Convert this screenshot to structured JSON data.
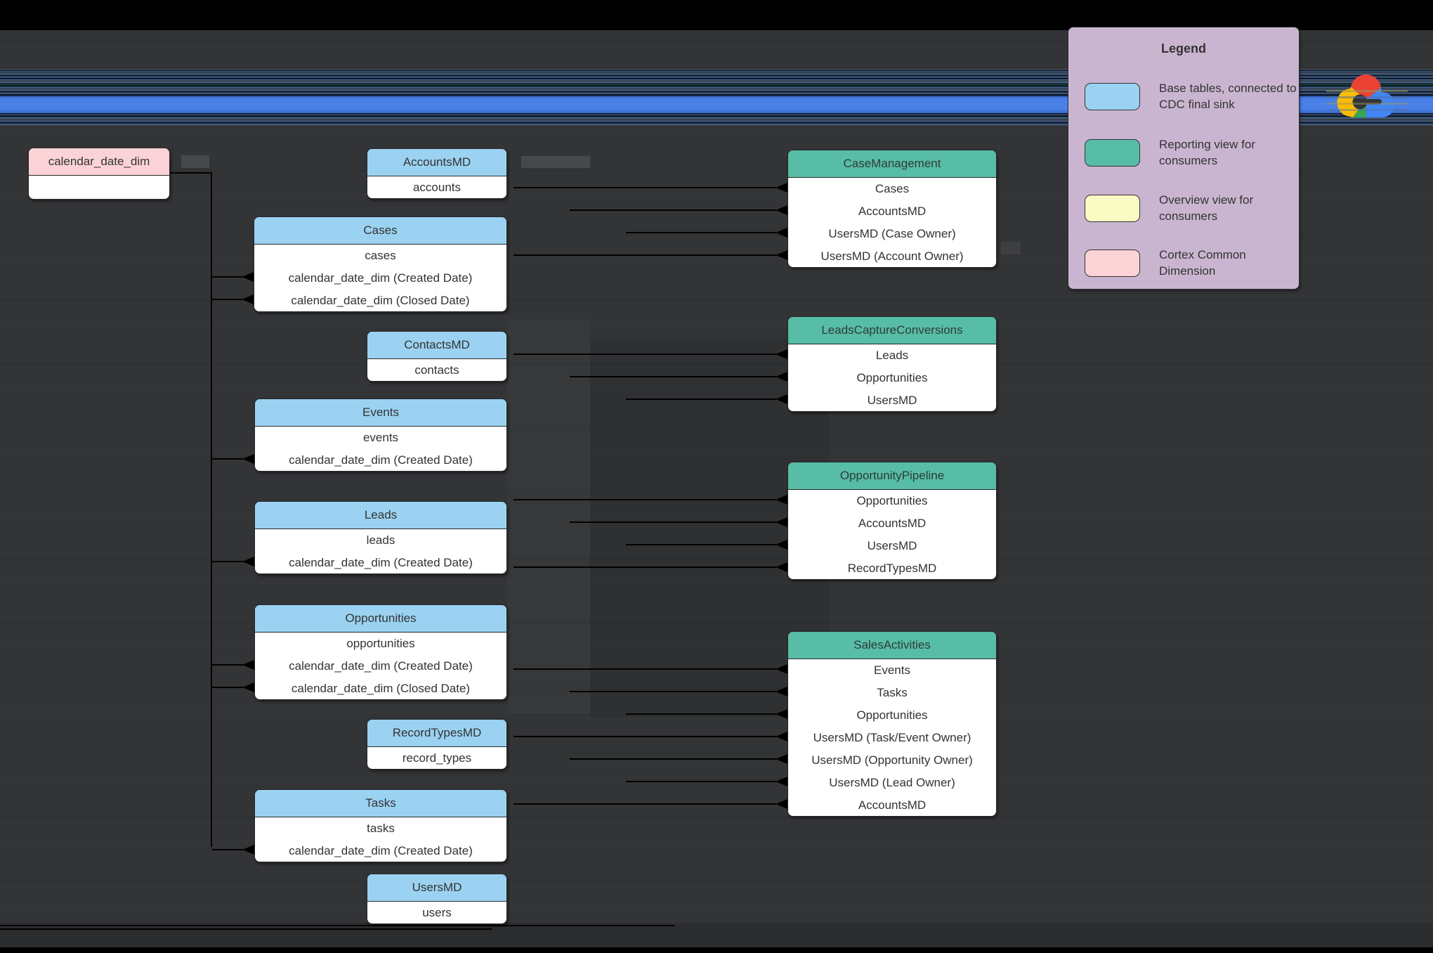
{
  "diagram": {
    "background": "#333436",
    "tables": [
      {
        "id": "calendar_date_dim",
        "title": "calendar_date_dim",
        "kind": "dimension",
        "rows": [],
        "empty_body": true
      },
      {
        "id": "accountsmd",
        "title": "AccountsMD",
        "kind": "base",
        "rows": [
          "accounts"
        ]
      },
      {
        "id": "cases",
        "title": "Cases",
        "kind": "base",
        "rows": [
          "cases",
          "calendar_date_dim (Created Date)",
          "calendar_date_dim (Closed Date)"
        ]
      },
      {
        "id": "contactsmd",
        "title": "ContactsMD",
        "kind": "base",
        "rows": [
          "contacts"
        ]
      },
      {
        "id": "events",
        "title": "Events",
        "kind": "base",
        "rows": [
          "events",
          "calendar_date_dim (Created Date)"
        ]
      },
      {
        "id": "leads",
        "title": "Leads",
        "kind": "base",
        "rows": [
          "leads",
          "calendar_date_dim (Created Date)"
        ]
      },
      {
        "id": "opportunities",
        "title": "Opportunities",
        "kind": "base",
        "rows": [
          "opportunities",
          "calendar_date_dim (Created Date)",
          "calendar_date_dim (Closed Date)"
        ]
      },
      {
        "id": "recordtypesmd",
        "title": "RecordTypesMD",
        "kind": "base",
        "rows": [
          "record_types"
        ]
      },
      {
        "id": "tasks",
        "title": "Tasks",
        "kind": "base",
        "rows": [
          "tasks",
          "calendar_date_dim (Created Date)"
        ]
      },
      {
        "id": "usersmd",
        "title": "UsersMD",
        "kind": "base",
        "rows": [
          "users"
        ]
      },
      {
        "id": "casemanagement",
        "title": "CaseManagement",
        "kind": "view",
        "rows": [
          "Cases",
          "AccountsMD",
          "UsersMD (Case Owner)",
          "UsersMD (Account Owner)"
        ]
      },
      {
        "id": "leadscaptureconversions",
        "title": "LeadsCaptureConversions",
        "kind": "view",
        "rows": [
          "Leads",
          "Opportunities",
          "UsersMD"
        ]
      },
      {
        "id": "opportunitypipeline",
        "title": "OpportunityPipeline",
        "kind": "view",
        "rows": [
          "Opportunities",
          "AccountsMD",
          "UsersMD",
          "RecordTypesMD"
        ]
      },
      {
        "id": "salesactivities",
        "title": "SalesActivities",
        "kind": "view",
        "rows": [
          "Events",
          "Tasks",
          "Opportunities",
          "UsersMD (Task/Event Owner)",
          "UsersMD (Opportunity Owner)",
          "UsersMD (Lead Owner)",
          "AccountsMD"
        ]
      }
    ],
    "kind_colors": {
      "base": "#9bd2f1",
      "view": "#57bda6",
      "overview": "#fafac5",
      "dimension": "#fbd3d7"
    }
  },
  "legend": {
    "title": "Legend",
    "background": "#cab5d1",
    "items": [
      {
        "label": "Base tables, connected to CDC final sink",
        "color": "#9bd2f1"
      },
      {
        "label": "Reporting view for consumers",
        "color": "#57bda6"
      },
      {
        "label": "Overview view for consumers",
        "color": "#fafac5"
      },
      {
        "label": "Cortex Common Dimension",
        "color": "#fbd3d7"
      }
    ]
  },
  "logo": {
    "name": "google-cloud-logo",
    "colors": {
      "red": "#EA4335",
      "blue": "#4285F4",
      "yellow": "#FBBC04",
      "green": "#34A853"
    }
  }
}
